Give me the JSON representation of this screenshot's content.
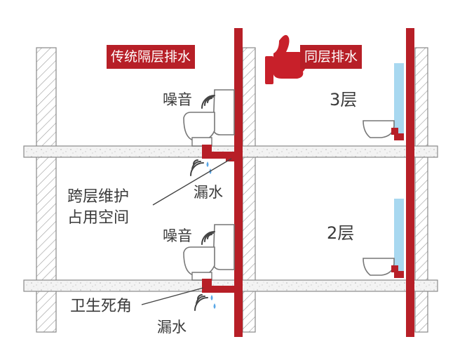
{
  "header": {
    "left_title": "传统隔层排水",
    "right_title": "同层排水"
  },
  "left": {
    "noise_upper": "噪音",
    "noise_lower": "噪音",
    "leak_upper": "漏水",
    "leak_lower": "漏水",
    "maintenance_line1": "跨层维护",
    "maintenance_line2": "占用空间",
    "dead_corner": "卫生死角"
  },
  "right": {
    "floor_upper": "3层",
    "floor_lower": "2层"
  },
  "colors": {
    "pipe": "#b71f27",
    "thumb": "#c8202a",
    "water": "#a8d8f0",
    "slab_fill": "#f2f2f2",
    "text": "#3a3a3a"
  },
  "icons": [
    "thumbs-up-icon",
    "toilet-icon",
    "sound-wave-icon",
    "water-drop-icon",
    "wall-mounted-toilet-icon"
  ]
}
